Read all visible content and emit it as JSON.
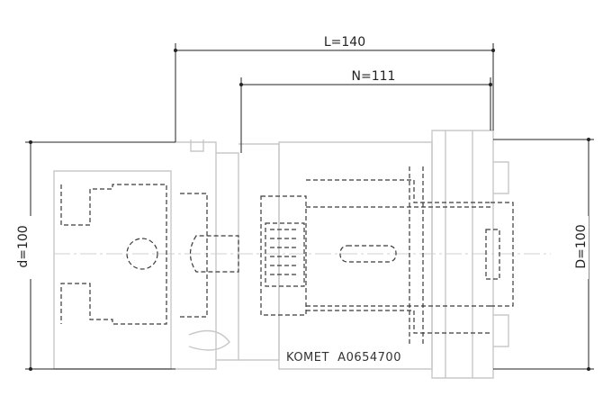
{
  "dimensions": {
    "L": "L=140",
    "N": "N=111",
    "d": "d=100",
    "D": "D=100"
  },
  "part_label": "KOMET  A0654700"
}
